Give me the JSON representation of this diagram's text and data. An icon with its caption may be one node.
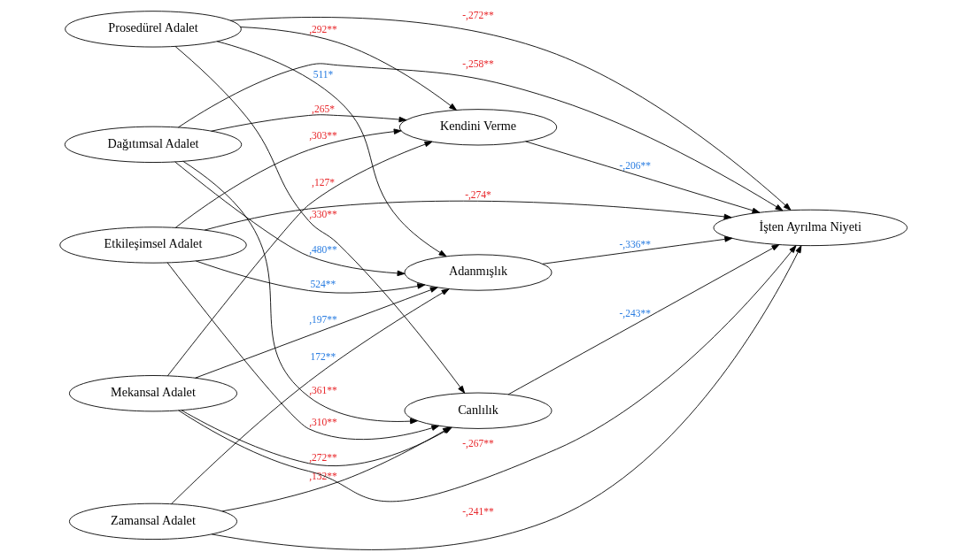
{
  "diagram": {
    "nodes": [
      {
        "text": [
          "Dağıtımsal Adalet"
        ]
      },
      {
        "text": [
          "Prosedürel Adalet"
        ]
      },
      {
        "text": [
          "Etkileşimsel Adalet"
        ]
      },
      {
        "text": [
          "Zamansal Adalet"
        ]
      },
      {
        "text": [
          "Mekansal Adalet"
        ]
      },
      {
        "text": [
          "Canlılık"
        ]
      },
      {
        "text": [
          "Adanmışlık"
        ]
      },
      {
        "text": [
          "Kendini Verme"
        ]
      },
      {
        "text": [
          "İşten Ayrılma Niyeti"
        ]
      }
    ],
    "edges": [
      {
        "from": 0,
        "to": 5,
        "arrow": "to",
        "label": ",361**"
      },
      {
        "from": 1,
        "to": 5,
        "arrow": "to",
        "label": ",330**"
      },
      {
        "from": 2,
        "to": 5,
        "arrow": "to",
        "label": ",310**"
      },
      {
        "from": 3,
        "to": 5,
        "arrow": "to",
        "label": ",132**"
      },
      {
        "from": 4,
        "to": 5,
        "arrow": "to",
        "label": ",272**"
      },
      {
        "from": 0,
        "to": 6,
        "arrow": "to",
        "label": ",480**"
      },
      {
        "from": 1,
        "to": 6,
        "arrow": "to",
        "label": "511*"
      },
      {
        "from": 2,
        "to": 6,
        "arrow": "to",
        "label": "524**"
      },
      {
        "from": 3,
        "to": 6,
        "arrow": "to",
        "label": "172**"
      },
      {
        "from": 4,
        "to": 6,
        "arrow": "to",
        "label": ",197**"
      },
      {
        "from": 0,
        "to": 7,
        "arrow": "to",
        "label": ",265*"
      },
      {
        "from": 1,
        "to": 7,
        "arrow": "to",
        "label": ",292**"
      },
      {
        "from": 2,
        "to": 7,
        "arrow": "to",
        "label": ",303**"
      },
      {
        "from": 4,
        "to": 7,
        "arrow": "to",
        "label": ",127*"
      },
      {
        "from": 0,
        "to": 8,
        "arrow": "to",
        "label": "-,258**"
      },
      {
        "from": 1,
        "to": 8,
        "arrow": "to",
        "label": "-,272**"
      },
      {
        "from": 2,
        "to": 8,
        "arrow": "to",
        "label": "-,274*"
      },
      {
        "from": 3,
        "to": 8,
        "arrow": "to",
        "label": "-,241**"
      },
      {
        "from": 4,
        "to": 8,
        "arrow": "to",
        "label": "-,267**"
      },
      {
        "from": 5,
        "to": 8,
        "arrow": "to",
        "label": "-,243**"
      },
      {
        "from": 6,
        "to": 8,
        "arrow": "to",
        "label": "-,336**"
      },
      {
        "from": 7,
        "to": 8,
        "arrow": "to",
        "label": "-,206**"
      }
    ]
  }
}
